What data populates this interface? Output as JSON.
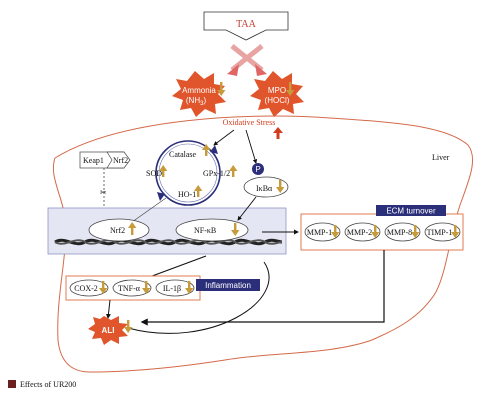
{
  "colors": {
    "liver_outline": "#d46a4a",
    "star_fill": "#e0552b",
    "star_text": "#ffffff",
    "oxidative_text": "#d23c1e",
    "banner_fill": "#2b2f7a",
    "nucleus_fill": "#e4e6f3",
    "nucleus_stroke": "#8e93c4",
    "box_stroke": "#e07c50",
    "arrow_down": "#c79a3a",
    "arrow_up": "#d23c1e",
    "legend_swatch": "#6b1f1f",
    "p_circle": "#2b2f7a"
  },
  "top": {
    "toxin": "TAA"
  },
  "stress": {
    "ammonia": "Ammonia",
    "ammonia_formula": "(NH",
    "ammonia_sub": "3",
    "ammonia_close": ")",
    "mpo": "MPO",
    "mpo_formula": "(HOCl)",
    "oxidative": "Oxidative Stress"
  },
  "liver_label": "Liver",
  "keap": {
    "keap1": "Keap1",
    "nrf2": "Nrf2"
  },
  "antioxidant": {
    "catalase": "Catalase",
    "sod": "SOD",
    "gpx": "GPx-1/2",
    "ho1": "HO-1"
  },
  "phospho": {
    "p": "P",
    "ikb": "IκBα"
  },
  "nucleus": {
    "nrf2": "Nrf2",
    "nfkb": "NF-κB"
  },
  "ecm": {
    "title": "ECM turnover",
    "items": [
      "MMP-1",
      "MMP-2",
      "MMP-8",
      "TIMP-1"
    ]
  },
  "inflammation": {
    "title": "Inflammation",
    "items": [
      "COX-2",
      "TNF-α",
      "IL-1β"
    ]
  },
  "ali": "ALI",
  "legend": {
    "label": "Effects of UR200"
  }
}
